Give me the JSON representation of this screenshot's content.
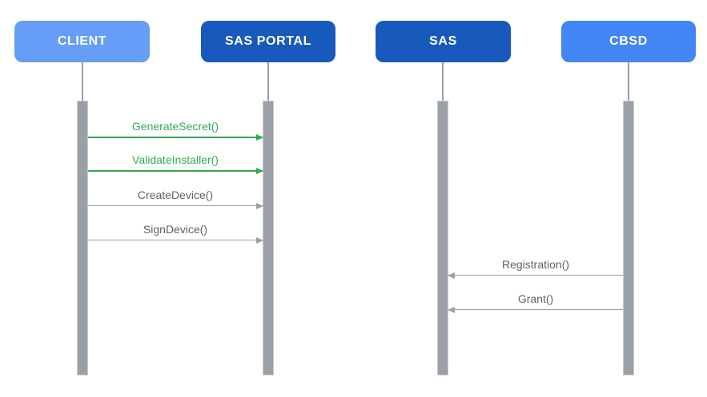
{
  "diagram": {
    "type": "sequence-diagram",
    "background": "#ffffff",
    "actors": [
      {
        "label": "CLIENT",
        "color": "#669df6"
      },
      {
        "label": "SAS PORTAL",
        "color": "#185abc"
      },
      {
        "label": "SAS",
        "color": "#185abc"
      },
      {
        "label": "CBSD",
        "color": "#4285f4"
      }
    ],
    "lifeline_color": "#9aa0a6",
    "activation_bar_color": "#9aa0a6",
    "messages": [
      {
        "label": "GenerateSecret()",
        "from": "CLIENT",
        "to": "SAS PORTAL",
        "direction": "right",
        "color": "#34a853"
      },
      {
        "label": "ValidateInstaller()",
        "from": "CLIENT",
        "to": "SAS PORTAL",
        "direction": "right",
        "color": "#34a853"
      },
      {
        "label": "CreateDevice()",
        "from": "CLIENT",
        "to": "SAS PORTAL",
        "direction": "right",
        "color": "#5f6368"
      },
      {
        "label": "SignDevice()",
        "from": "CLIENT",
        "to": "SAS PORTAL",
        "direction": "right",
        "color": "#5f6368"
      },
      {
        "label": "Registration()",
        "from": "CBSD",
        "to": "SAS",
        "direction": "left",
        "color": "#5f6368"
      },
      {
        "label": "Grant()",
        "from": "CBSD",
        "to": "SAS",
        "direction": "left",
        "color": "#5f6368"
      }
    ]
  }
}
